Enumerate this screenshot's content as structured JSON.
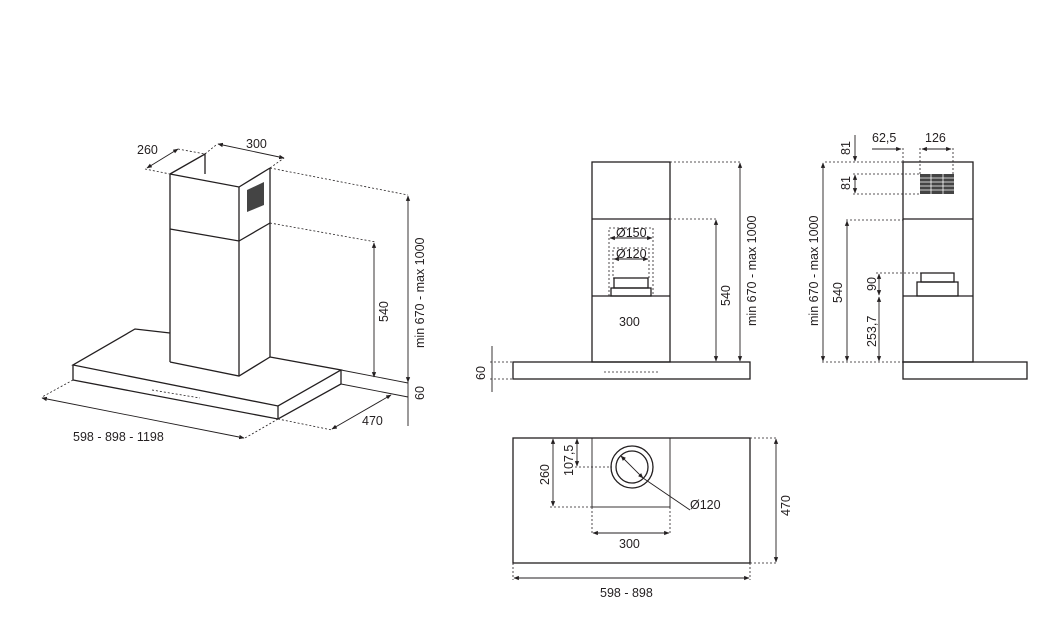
{
  "perspective_view": {
    "chimney_depth": "260",
    "chimney_width": "300",
    "total_height": "min 670 - max 1000",
    "lower_height": "540",
    "hood_thickness": "60",
    "hood_depth": "470",
    "hood_widths": "598 - 898 - 1198"
  },
  "front_view": {
    "outlet_outer": "Ø150",
    "outlet_inner": "Ø120",
    "chimney_width": "300",
    "lower_height": "540",
    "total_height": "min 670 - max 1000",
    "hood_thickness": "60"
  },
  "side_view": {
    "offset": "62,5",
    "grille_width": "126",
    "grille_top": "81",
    "grille_height": "81",
    "total_height": "min 670 - max 1000",
    "lower_height": "540",
    "outlet_height": "90",
    "outlet_base": "253,7"
  },
  "top_view": {
    "chimney_depth": "260",
    "outlet_offset": "107,5",
    "outlet_diameter": "Ø120",
    "chimney_width": "300",
    "hood_depth": "470",
    "hood_widths": "598 - 898"
  }
}
